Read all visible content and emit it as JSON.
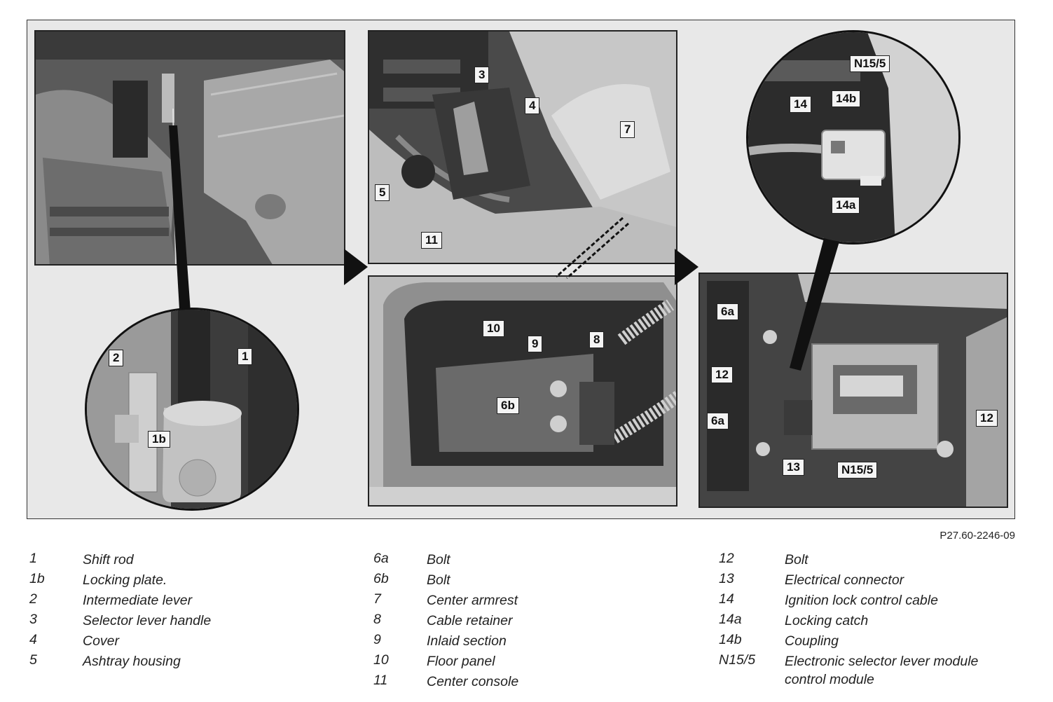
{
  "figure": {
    "reference": "P27.60-2246-09",
    "callouts": {
      "panel1": [
        "1",
        "1b",
        "2"
      ],
      "panel2": [
        "3",
        "4",
        "5",
        "7",
        "11"
      ],
      "panel3": [
        "10",
        "9",
        "8",
        "6b"
      ],
      "panel4": [
        "N15/5",
        "14",
        "14b",
        "14a",
        "6a",
        "12",
        "6a",
        "13",
        "N15/5",
        "12"
      ]
    }
  },
  "legend": {
    "col1": [
      {
        "code": "1",
        "desc": "Shift rod"
      },
      {
        "code": "1b",
        "desc": "Locking plate."
      },
      {
        "code": "2",
        "desc": "Intermediate lever"
      },
      {
        "code": "3",
        "desc": "Selector lever handle"
      },
      {
        "code": "4",
        "desc": "Cover"
      },
      {
        "code": "5",
        "desc": "Ashtray housing"
      }
    ],
    "col2": [
      {
        "code": "6a",
        "desc": "Bolt"
      },
      {
        "code": "6b",
        "desc": "Bolt"
      },
      {
        "code": "7",
        "desc": "Center armrest"
      },
      {
        "code": "8",
        "desc": "Cable retainer"
      },
      {
        "code": "9",
        "desc": "Inlaid section"
      },
      {
        "code": "10",
        "desc": "Floor panel"
      },
      {
        "code": "11",
        "desc": "Center console"
      }
    ],
    "col3": [
      {
        "code": "12",
        "desc": "Bolt"
      },
      {
        "code": "13",
        "desc": "Electrical connector"
      },
      {
        "code": "14",
        "desc": "Ignition lock control cable"
      },
      {
        "code": "14a",
        "desc": "Locking catch"
      },
      {
        "code": "14b",
        "desc": "Coupling"
      },
      {
        "code": "N15/5",
        "desc": "Electronic selector lever module control module"
      }
    ]
  }
}
